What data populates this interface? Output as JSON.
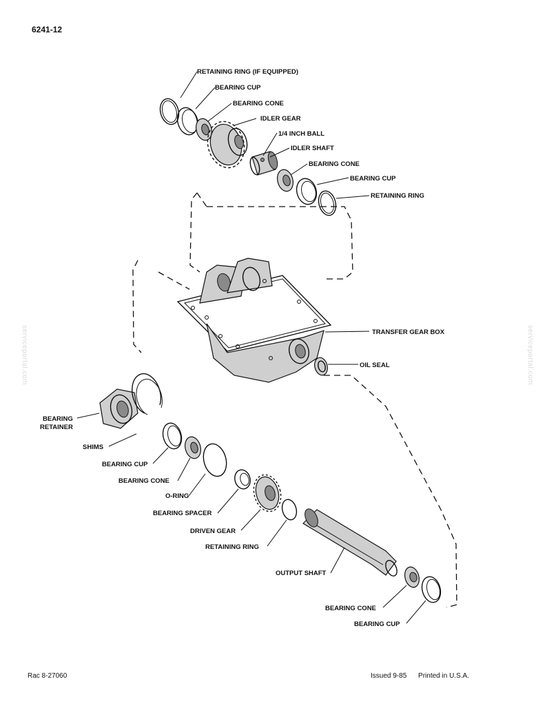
{
  "header": {
    "page_id": "6241-12"
  },
  "labels": {
    "retaining_ring_if_equipped": "RETAINING RING (IF EQUIPPED)",
    "bearing_cup_top": "BEARING CUP",
    "bearing_cone_top": "BEARING CONE",
    "idler_gear": "IDLER GEAR",
    "quarter_inch_ball": "1/4 INCH BALL",
    "idler_shaft": "IDLER SHAFT",
    "bearing_cone_mid": "BEARING CONE",
    "bearing_cup_mid": "BEARING CUP",
    "retaining_ring_top": "RETAINING RING",
    "transfer_gear_box": "TRANSFER GEAR BOX",
    "oil_seal": "OIL SEAL",
    "bearing_retainer_1": "BEARING",
    "bearing_retainer_2": "RETAINER",
    "shims": "SHIMS",
    "bearing_cup_lower": "BEARING CUP",
    "bearing_cone_lower": "BEARING CONE",
    "o_ring": "O-RING",
    "bearing_spacer": "BEARING SPACER",
    "driven_gear": "DRIVEN GEAR",
    "retaining_ring_lower": "RETAINING RING",
    "output_shaft": "OUTPUT SHAFT",
    "bearing_cone_bottom": "BEARING CONE",
    "bearing_cup_bottom": "BEARING CUP"
  },
  "footer": {
    "ref": "Rac 8-27060",
    "issued": "Issued 9-85",
    "printed": "Printed in U.S.A."
  },
  "watermark": "serviceportal.com"
}
